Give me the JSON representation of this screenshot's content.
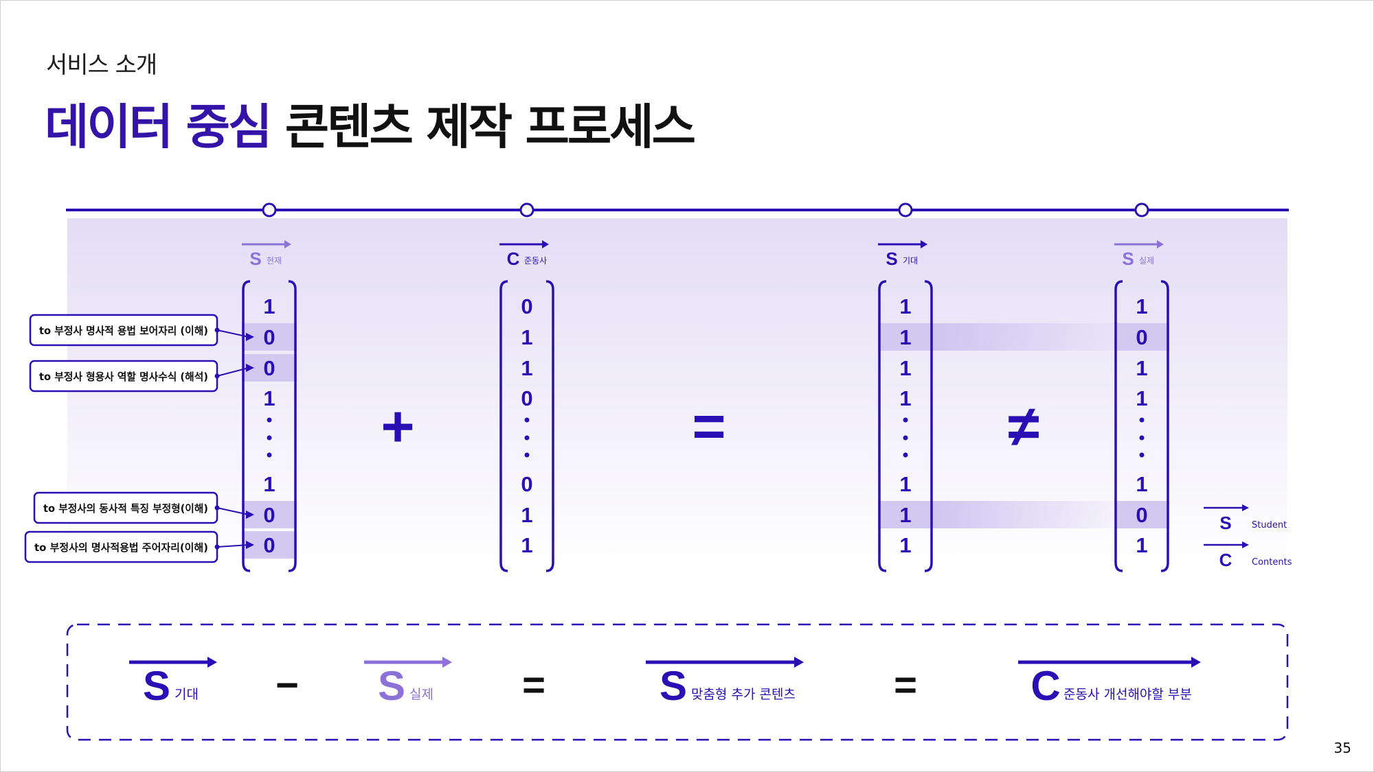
{
  "header": {
    "subtitle": "서비스 소개",
    "title_highlight": "데이터 중심",
    "title_rest": " 콘텐츠 제작 프로세스"
  },
  "page_number": "35",
  "colors": {
    "primary": "#2a0fb4",
    "light_purple": "#8c72d8",
    "band": "#e5e0f6",
    "highlight": "#d2c9f0"
  },
  "vectors": [
    {
      "symbol": "S",
      "subscript": "현재",
      "tone": "light",
      "values": [
        "1",
        "0",
        "0",
        "1",
        "·",
        "·",
        "·",
        "1",
        "0",
        "0"
      ],
      "highlight_rows": [
        1,
        2,
        8,
        9
      ]
    },
    {
      "symbol": "C",
      "subscript": "준동사",
      "tone": "dark",
      "values": [
        "0",
        "1",
        "1",
        "0",
        "·",
        "·",
        "·",
        "0",
        "1",
        "1"
      ],
      "highlight_rows": []
    },
    {
      "symbol": "S",
      "subscript": "기대",
      "tone": "dark",
      "values": [
        "1",
        "1",
        "1",
        "1",
        "·",
        "·",
        "·",
        "1",
        "1",
        "1"
      ],
      "highlight_rows": [
        1,
        8
      ]
    },
    {
      "symbol": "S",
      "subscript": "실제",
      "tone": "light",
      "values": [
        "1",
        "0",
        "1",
        "1",
        "·",
        "·",
        "·",
        "1",
        "0",
        "1"
      ],
      "highlight_rows": [
        1,
        8
      ]
    }
  ],
  "operators": [
    "+",
    "=",
    "≠"
  ],
  "annotations": [
    "to 부정사 명사적 용법 보어자리 (이해)",
    "to 부정사 형용사 역할 명사수식 (해석)",
    "to 부정사의 동사적 특징 부정형(이해)",
    "to 부정사의 명사적용법 주어자리(이해)"
  ],
  "legend": [
    {
      "symbol": "S",
      "label": "Student"
    },
    {
      "symbol": "C",
      "label": "Contents"
    }
  ],
  "formula": {
    "terms": [
      {
        "symbol": "S",
        "subscript": "기대",
        "tone": "dark"
      },
      {
        "symbol": "S",
        "subscript": "실제",
        "tone": "light"
      },
      {
        "symbol": "S",
        "subscript": "맞춤형 추가 콘텐츠",
        "tone": "dark"
      },
      {
        "symbol": "C",
        "subscript": "준동사 개선해야할 부분",
        "tone": "dark"
      }
    ],
    "operators": [
      "−",
      "=",
      "="
    ]
  }
}
